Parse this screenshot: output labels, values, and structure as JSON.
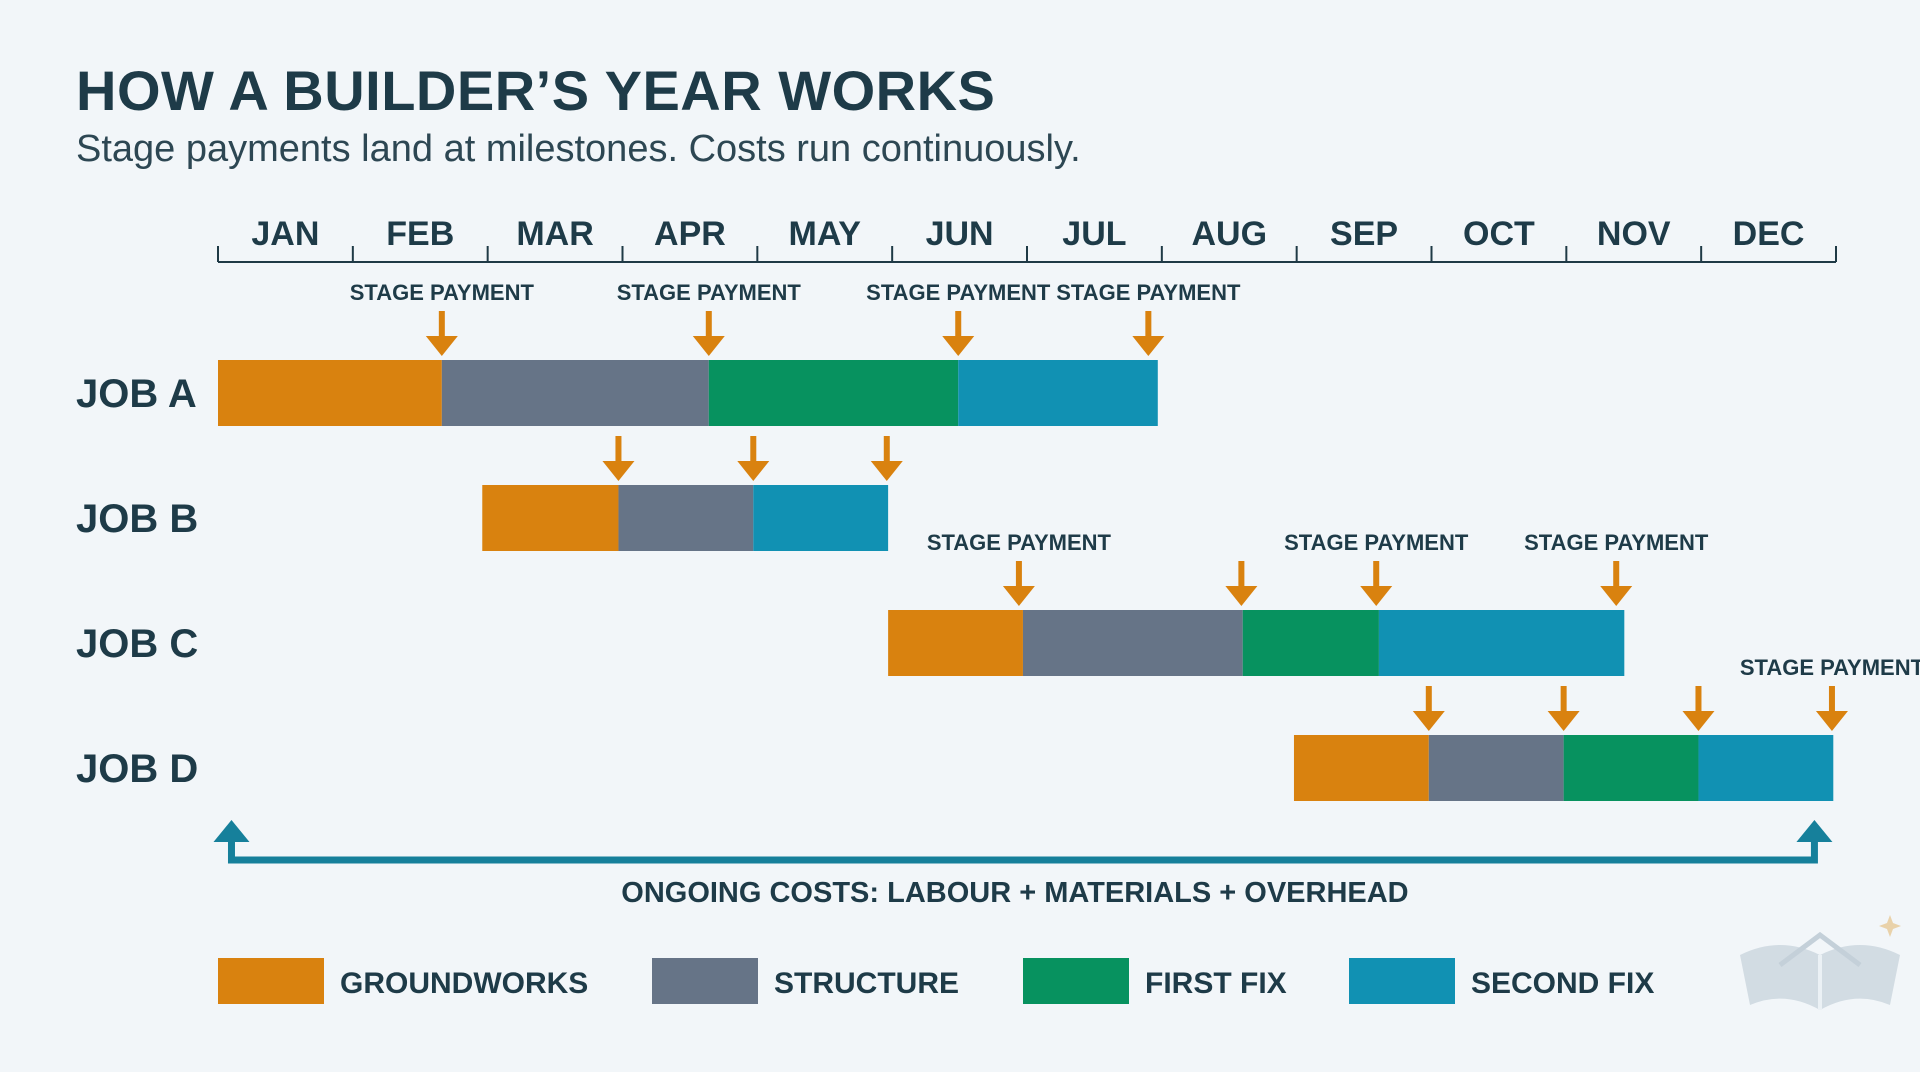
{
  "title": "HOW A BUILDER’S YEAR WORKS",
  "subtitle": "Stage payments land at milestones. Costs run continuously.",
  "chart_data": {
    "type": "gantt",
    "months": [
      "JAN",
      "FEB",
      "MAR",
      "APR",
      "MAY",
      "JUN",
      "JUL",
      "AUG",
      "SEP",
      "OCT",
      "NOV",
      "DEC"
    ],
    "stages": [
      {
        "key": "groundworks",
        "label": "GROUNDWORKS",
        "color": "#d9820f"
      },
      {
        "key": "structure",
        "label": "STRUCTURE",
        "color": "#667487"
      },
      {
        "key": "first_fix",
        "label": "FIRST FIX",
        "color": "#07925f"
      },
      {
        "key": "second_fix",
        "label": "SECOND FIX",
        "color": "#1191b3"
      }
    ],
    "jobs": [
      {
        "label": "JOB A",
        "segments": [
          {
            "stage": "groundworks",
            "start": 0,
            "end": 1.66
          },
          {
            "stage": "structure",
            "start": 1.66,
            "end": 3.64
          },
          {
            "stage": "first_fix",
            "start": 3.64,
            "end": 5.49
          },
          {
            "stage": "second_fix",
            "start": 5.49,
            "end": 6.97
          }
        ],
        "payments": [
          {
            "at": 1.66,
            "label": "STAGE PAYMENT"
          },
          {
            "at": 3.64,
            "label": "STAGE PAYMENT"
          },
          {
            "at": 5.49,
            "label": "STAGE PAYMENT"
          },
          {
            "at": 6.9,
            "label": "STAGE PAYMENT"
          }
        ]
      },
      {
        "label": "JOB B",
        "segments": [
          {
            "stage": "groundworks",
            "start": 1.96,
            "end": 2.97
          },
          {
            "stage": "structure",
            "start": 2.97,
            "end": 3.97
          },
          {
            "stage": "second_fix",
            "start": 3.97,
            "end": 4.97
          }
        ],
        "payments": [
          {
            "at": 2.97,
            "label": ""
          },
          {
            "at": 3.97,
            "label": ""
          },
          {
            "at": 4.96,
            "label": ""
          }
        ]
      },
      {
        "label": "JOB C",
        "segments": [
          {
            "stage": "groundworks",
            "start": 4.97,
            "end": 5.97
          },
          {
            "stage": "structure",
            "start": 5.97,
            "end": 7.6
          },
          {
            "stage": "first_fix",
            "start": 7.6,
            "end": 8.61
          },
          {
            "stage": "second_fix",
            "start": 8.61,
            "end": 10.43
          }
        ],
        "payments": [
          {
            "at": 5.94,
            "label": "STAGE PAYMENT"
          },
          {
            "at": 7.59,
            "label": ""
          },
          {
            "at": 8.59,
            "label": "STAGE PAYMENT"
          },
          {
            "at": 10.37,
            "label": "STAGE PAYMENT"
          }
        ]
      },
      {
        "label": "JOB D",
        "segments": [
          {
            "stage": "groundworks",
            "start": 7.98,
            "end": 8.98
          },
          {
            "stage": "structure",
            "start": 8.98,
            "end": 9.98
          },
          {
            "stage": "first_fix",
            "start": 9.98,
            "end": 10.98
          },
          {
            "stage": "second_fix",
            "start": 10.98,
            "end": 11.98
          }
        ],
        "payments": [
          {
            "at": 8.98,
            "label": ""
          },
          {
            "at": 9.98,
            "label": ""
          },
          {
            "at": 10.98,
            "label": ""
          },
          {
            "at": 11.97,
            "label": "STAGE PAYMENT"
          }
        ]
      }
    ],
    "ongoing_costs": {
      "start": 0.1,
      "end": 11.84,
      "label": "ONGOING COSTS: LABOUR + MATERIALS + OVERHEAD"
    },
    "colors": {
      "payment_arrow": "#d9820f",
      "cost_arrow": "#16809b",
      "text": "#1e3b48",
      "axis": "#1f3a46"
    }
  }
}
